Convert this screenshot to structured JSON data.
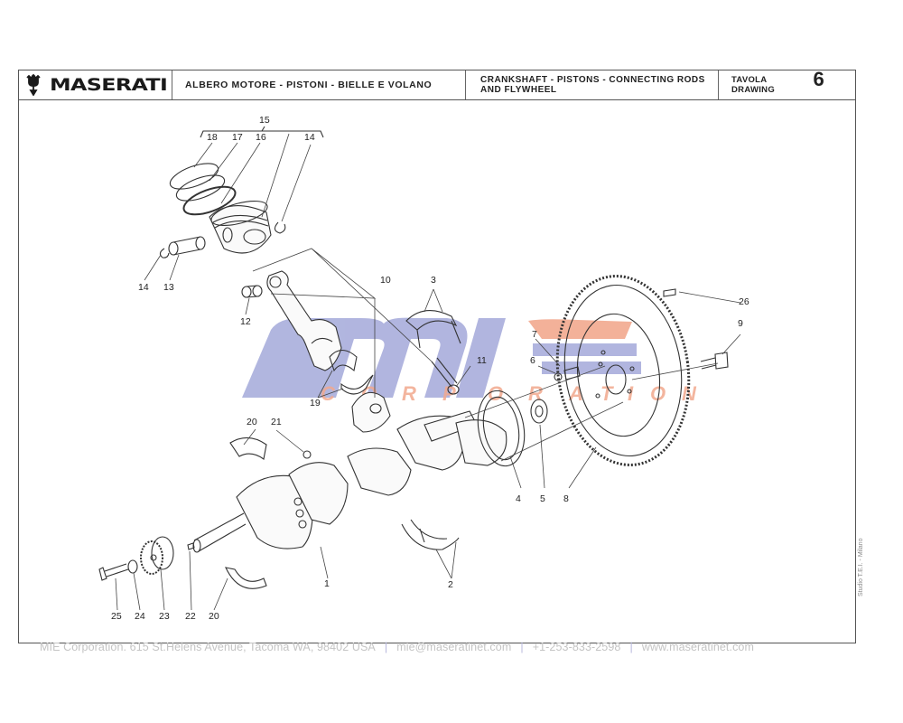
{
  "title_block": {
    "brand": "MASERATI",
    "title_it": "ALBERO MOTORE - PISTONI - BIELLE E VOLANO",
    "title_en_line1": "CRANKSHAFT - PISTONS - CONNECTING RODS",
    "title_en_line2": "AND FLYWHEEL",
    "drawing_label_it": "TAVOLA",
    "drawing_label_en": "DRAWING",
    "drawing_number": "6"
  },
  "watermark": {
    "main_text": "mie",
    "sub_text": "CORPORATION",
    "blue": "#a9aedc",
    "salmon": "#f2a98e"
  },
  "callouts": [
    {
      "id": "15",
      "label": "15"
    },
    {
      "id": "18",
      "label": "18"
    },
    {
      "id": "17",
      "label": "17"
    },
    {
      "id": "16",
      "label": "16"
    },
    {
      "id": "14a",
      "label": "14"
    },
    {
      "id": "14b",
      "label": "14"
    },
    {
      "id": "13",
      "label": "13"
    },
    {
      "id": "12",
      "label": "12"
    },
    {
      "id": "10",
      "label": "10"
    },
    {
      "id": "3",
      "label": "3"
    },
    {
      "id": "26",
      "label": "26"
    },
    {
      "id": "9",
      "label": "9"
    },
    {
      "id": "7",
      "label": "7"
    },
    {
      "id": "6",
      "label": "6"
    },
    {
      "id": "11",
      "label": "11"
    },
    {
      "id": "19",
      "label": "19"
    },
    {
      "id": "20a",
      "label": "20"
    },
    {
      "id": "21",
      "label": "21"
    },
    {
      "id": "4",
      "label": "4"
    },
    {
      "id": "5",
      "label": "5"
    },
    {
      "id": "8",
      "label": "8"
    },
    {
      "id": "1",
      "label": "1"
    },
    {
      "id": "2",
      "label": "2"
    },
    {
      "id": "25",
      "label": "25"
    },
    {
      "id": "24",
      "label": "24"
    },
    {
      "id": "23",
      "label": "23"
    },
    {
      "id": "22",
      "label": "22"
    },
    {
      "id": "20b",
      "label": "20"
    }
  ],
  "footer": {
    "address": "MIE Corporation. 615 St.Helens Avenue, Tacoma WA, 98402 USA",
    "email": "mie@maseratinet.com",
    "phone": "+1-253-833-2598",
    "website": "www.maseratinet.com",
    "separator": "|"
  },
  "side_note": "Studio T.E.I. - Milano"
}
